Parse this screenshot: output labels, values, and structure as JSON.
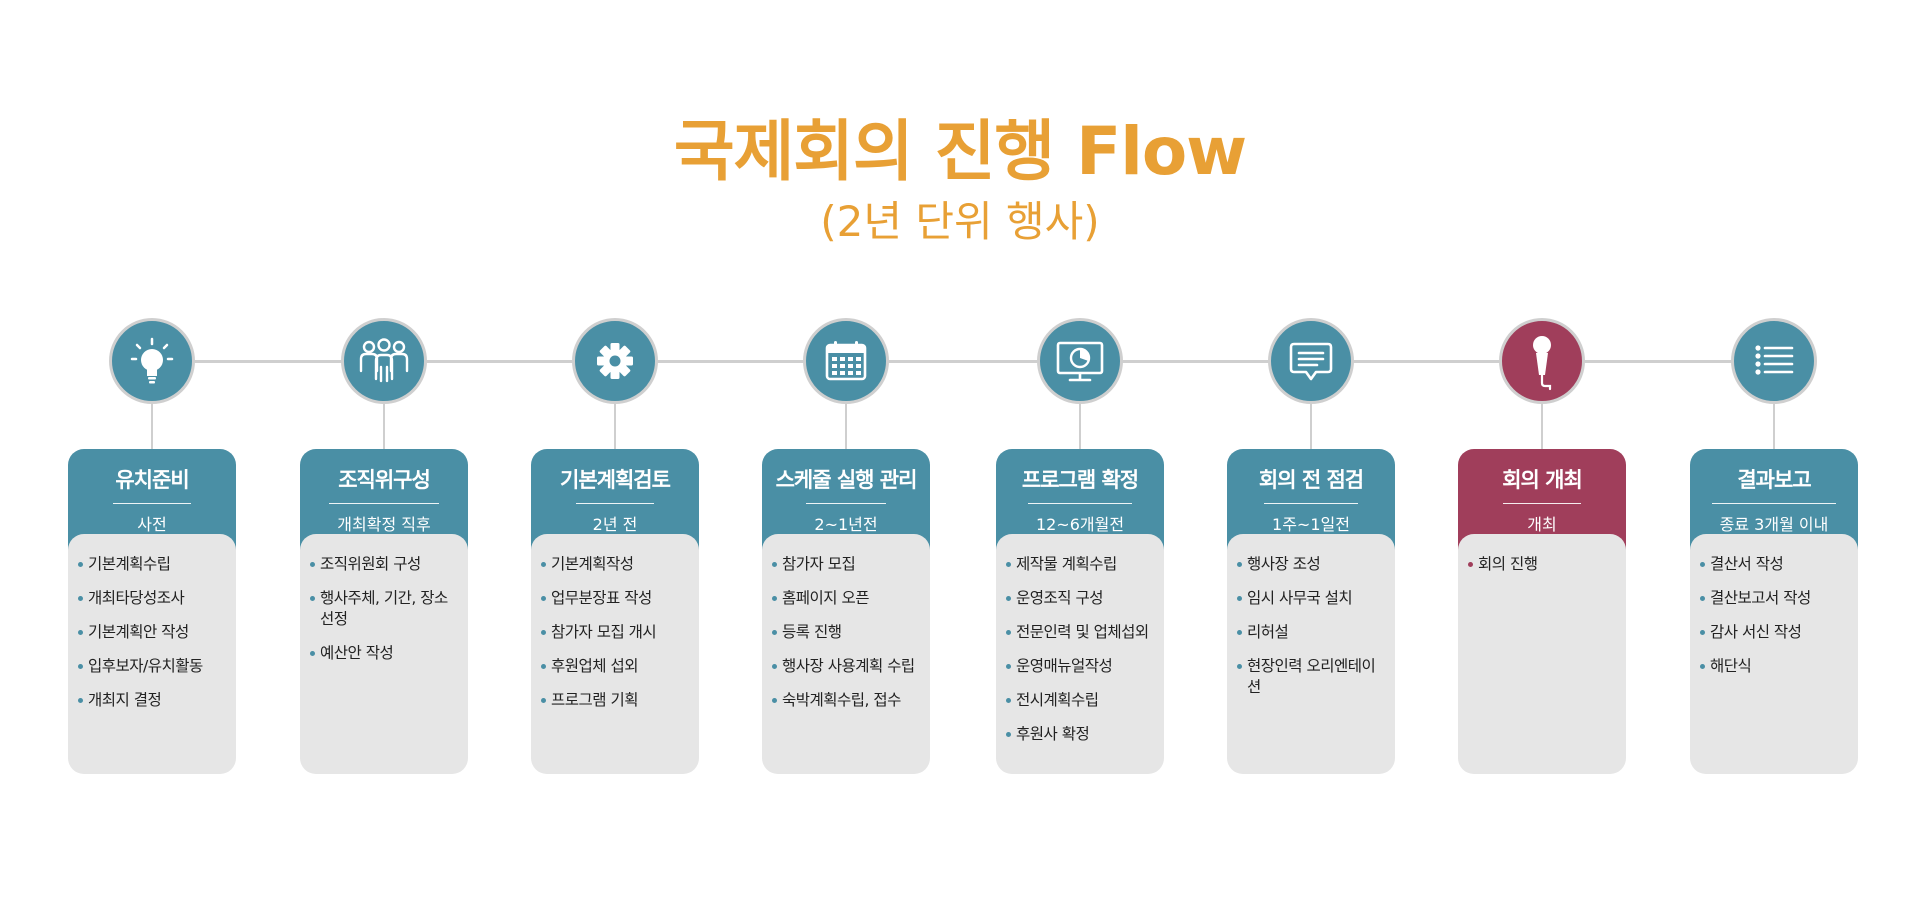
{
  "header": {
    "title": "국제회의 진행 Flow",
    "subtitle": "(2년 단위 행사)"
  },
  "colors": {
    "title": "#E8A035",
    "teal": "#4a8fa5",
    "maroon": "#a03e5b",
    "line": "#cfcfcf",
    "card_body": "#e6e6e6"
  },
  "steps": [
    {
      "icon": "lightbulb-icon",
      "accent": "#4a8fa5",
      "title": "유치준비",
      "subtitle": "사전",
      "items": [
        "기본계획수립",
        "개최타당성조사",
        "기본계획안 작성",
        "입후보자/유치활동",
        "개최지 결정"
      ]
    },
    {
      "icon": "people-group-icon",
      "accent": "#4a8fa5",
      "title": "조직위구성",
      "subtitle": "개최확정 직후",
      "items": [
        "조직위원회 구성",
        "행사주체, 기간, 장소 선정",
        "예산안 작성"
      ]
    },
    {
      "icon": "gear-icon",
      "accent": "#4a8fa5",
      "title": "기본계획검토",
      "subtitle": "2년 전",
      "items": [
        "기본계획작성",
        "업무분장표 작성",
        "참가자 모집 개시",
        "후원업체 섭외",
        "프로그램 기획"
      ]
    },
    {
      "icon": "calendar-icon",
      "accent": "#4a8fa5",
      "title": "스케줄 실행 관리",
      "subtitle": "2~1년전",
      "items": [
        "참가자 모집",
        "홈페이지 오픈",
        "등록 진행",
        "행사장 사용계획 수립",
        "숙박계획수립, 접수"
      ]
    },
    {
      "icon": "monitor-chart-icon",
      "accent": "#4a8fa5",
      "title": "프로그램 확정",
      "subtitle": "12~6개월전",
      "items": [
        "제작물 계획수립",
        "운영조직 구성",
        "전문인력 및 업체섭외",
        "운영매뉴얼작성",
        "전시계획수립",
        "후원사 확정"
      ]
    },
    {
      "icon": "chat-bubble-icon",
      "accent": "#4a8fa5",
      "title": "회의 전 점검",
      "subtitle": "1주~1일전",
      "items": [
        "행사장 조성",
        "임시 사무국 설치",
        "리허설",
        "현장인력 오리엔테이션"
      ]
    },
    {
      "icon": "microphone-icon",
      "accent": "#a03e5b",
      "title": "회의 개최",
      "subtitle": "개최",
      "items": [
        "회의 진행"
      ]
    },
    {
      "icon": "list-icon",
      "accent": "#4a8fa5",
      "title": "결과보고",
      "subtitle": "종료 3개월 이내",
      "items": [
        "결산서 작성",
        "결산보고서 작성",
        "감사 서신 작성",
        "해단식"
      ]
    }
  ]
}
